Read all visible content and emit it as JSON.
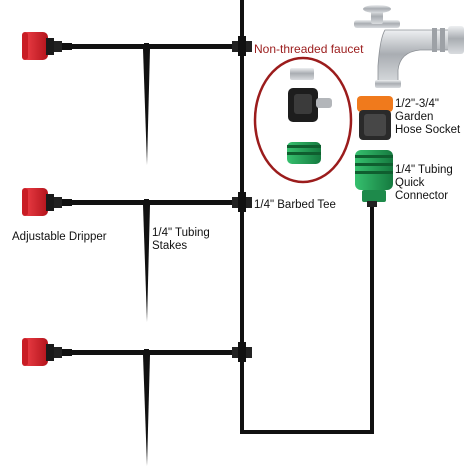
{
  "labels": {
    "faucet": "Non-threaded faucet",
    "adapter": "1/2\"-3/4\"\nGarden\nHose Socket",
    "connector": "1/4\" Tubing\nQuick\nConnector",
    "tee": "1/4\" Barbed Tee",
    "dripper": "Adjustable Dripper",
    "stakes": "1/4\" Tubing\nStakes"
  },
  "colors": {
    "tubing": "#111111",
    "dripper_red": "#e0262f",
    "socket_orange": "#f07a1c",
    "connector_green": "#1f9d55",
    "faucet_callout": "#9b1c1c",
    "chrome": "#b9bcc0"
  },
  "icons": [
    "dripper-icon",
    "barbed-tee-icon",
    "stake-icon",
    "faucet-icon",
    "hose-socket-icon",
    "quick-connector-icon",
    "faucet-adapter-icon"
  ]
}
